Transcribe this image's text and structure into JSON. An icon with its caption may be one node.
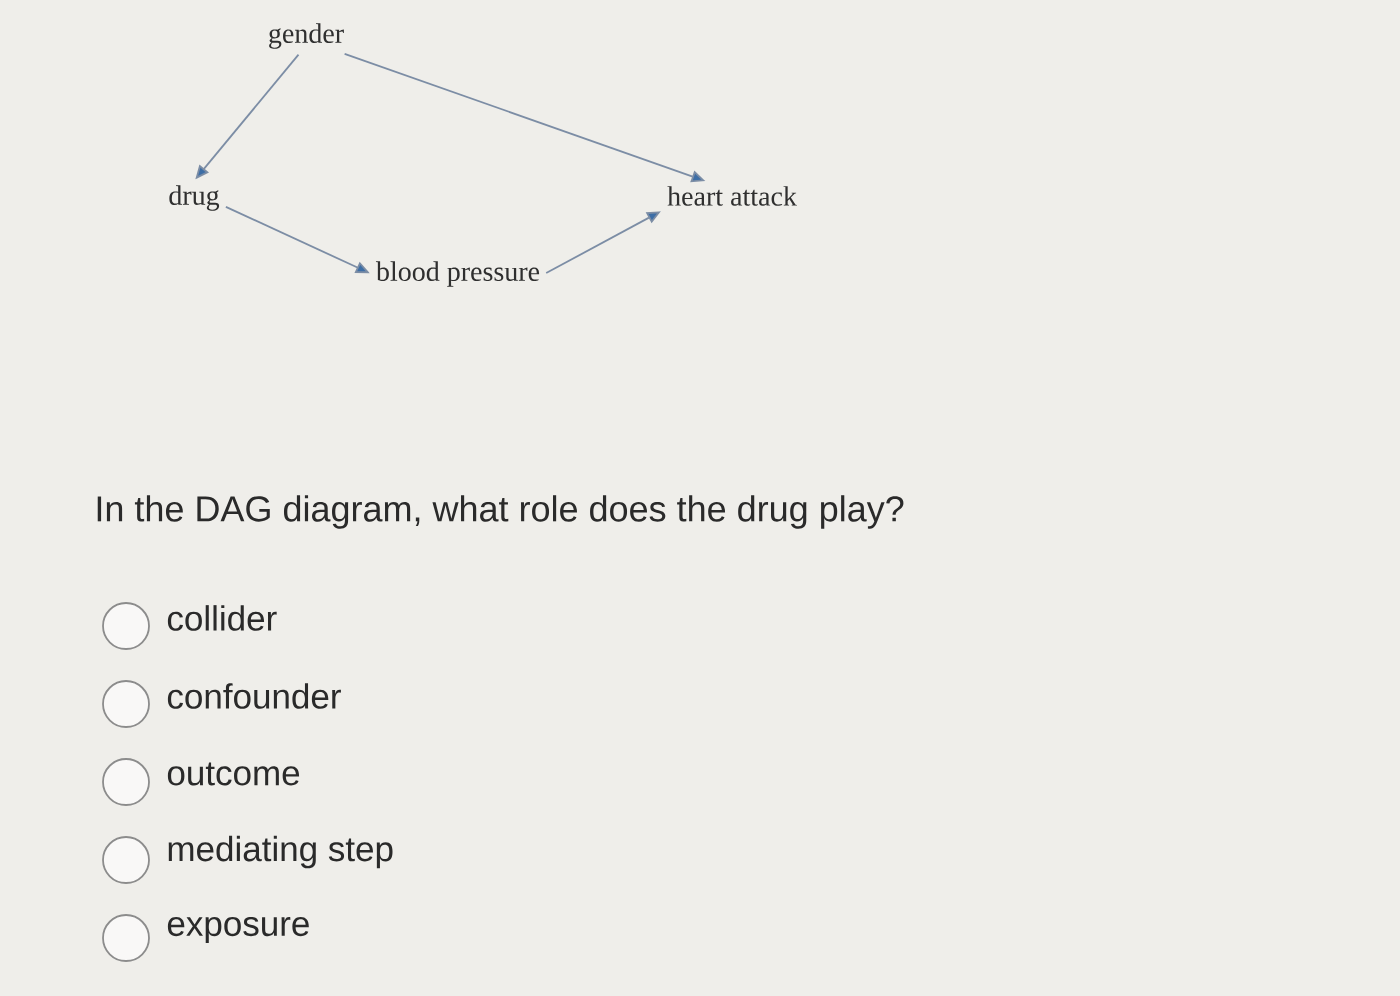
{
  "diagram": {
    "nodes": [
      {
        "text": [
          "gender"
        ]
      },
      {
        "text": [
          "drug"
        ]
      },
      {
        "text": [
          "heart attack"
        ]
      },
      {
        "text": [
          "blood pressure"
        ]
      }
    ],
    "edges": [
      {
        "from": 0,
        "to": 1,
        "arrow": "to"
      },
      {
        "from": 0,
        "to": 2,
        "arrow": "to"
      },
      {
        "from": 1,
        "to": 3,
        "arrow": "to"
      },
      {
        "from": 3,
        "to": 2,
        "arrow": "to"
      }
    ],
    "labels": [
      "In the DAG diagram, what role does the drug play?",
      "collider",
      "confounder",
      "outcome",
      "mediating step",
      "exposure"
    ]
  }
}
